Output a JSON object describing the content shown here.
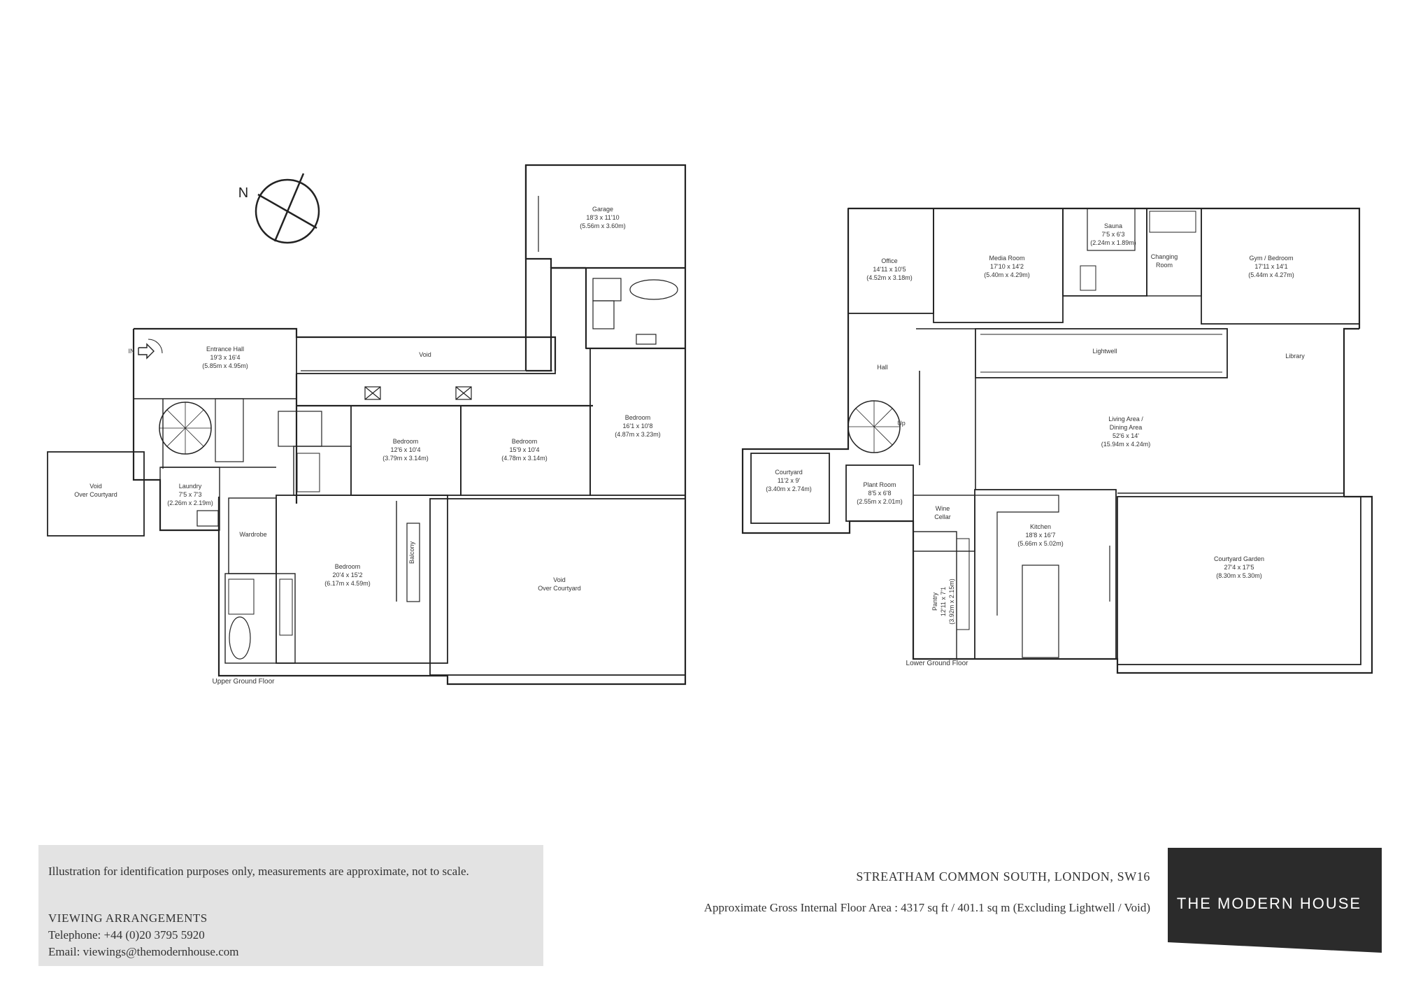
{
  "compass": {
    "label": "N"
  },
  "floors": {
    "upper": {
      "label": "Upper Ground Floor",
      "entry_label": "IN",
      "rooms": {
        "garage": {
          "name": "Garage",
          "imperial": "18'3 x 11'10",
          "metric": "(5.56m x 3.60m)"
        },
        "entrance_hall": {
          "name": "Entrance Hall",
          "imperial": "19'3 x 16'4",
          "metric": "(5.85m x 4.95m)"
        },
        "void_top": {
          "name": "Void"
        },
        "void_courtyard_left": {
          "name": "Void",
          "sub": "Over Courtyard"
        },
        "void_courtyard_right": {
          "name": "Void",
          "sub": "Over Courtyard"
        },
        "laundry": {
          "name": "Laundry",
          "imperial": "7'5 x 7'3",
          "metric": "(2.26m x 2.19m)"
        },
        "bedroom_1": {
          "name": "Bedroom",
          "imperial": "12'6 x 10'4",
          "metric": "(3.79m x 3.14m)"
        },
        "bedroom_2": {
          "name": "Bedroom",
          "imperial": "15'9 x 10'4",
          "metric": "(4.78m x 3.14m)"
        },
        "bedroom_3": {
          "name": "Bedroom",
          "imperial": "16'1 x 10'8",
          "metric": "(4.87m x 3.23m)"
        },
        "master_bedroom": {
          "name": "Bedroom",
          "imperial": "20'4 x 15'2",
          "metric": "(6.17m x 4.59m)"
        },
        "wardrobe": {
          "name": "Wardrobe"
        },
        "balcony": {
          "name": "Balcony"
        }
      }
    },
    "lower": {
      "label": "Lower Ground Floor",
      "stair_label": "Up",
      "rooms": {
        "office": {
          "name": "Office",
          "imperial": "14'11 x 10'5",
          "metric": "(4.52m x 3.18m)"
        },
        "media_room": {
          "name": "Media Room",
          "imperial": "17'10 x 14'2",
          "metric": "(5.40m x 4.29m)"
        },
        "sauna": {
          "name": "Sauna",
          "imperial": "7'5 x 6'3",
          "metric": "(2.24m x 1.89m)"
        },
        "changing_room": {
          "name": "Changing",
          "sub": "Room"
        },
        "gym_bedroom": {
          "name": "Gym / Bedroom",
          "imperial": "17'11 x 14'1",
          "metric": "(5.44m x 4.27m)"
        },
        "hall": {
          "name": "Hall"
        },
        "lightwell": {
          "name": "Lightwell"
        },
        "library": {
          "name": "Library"
        },
        "living_dining": {
          "name": "Living Area /",
          "sub": "Dining Area",
          "imperial": "52'6 x 14'",
          "metric": "(15.94m x 4.24m)"
        },
        "courtyard": {
          "name": "Courtyard",
          "imperial": "11'2 x 9'",
          "metric": "(3.40m x 2.74m)"
        },
        "plant_room": {
          "name": "Plant Room",
          "imperial": "8'5 x 6'8",
          "metric": "(2.55m x 2.01m)"
        },
        "wine_cellar": {
          "name": "Wine",
          "sub": "Cellar"
        },
        "kitchen": {
          "name": "Kitchen",
          "imperial": "18'8 x 16'7",
          "metric": "(5.66m x 5.02m)"
        },
        "pantry": {
          "name": "Pantry",
          "imperial": "12'11 x 7'1",
          "metric": "(3.92m x 2.15m)"
        },
        "courtyard_garden": {
          "name": "Courtyard Garden",
          "imperial": "27'4 x 17'5",
          "metric": "(8.30m x 5.30m)"
        }
      }
    }
  },
  "footer": {
    "disclaimer": "Illustration for identification purposes only, measurements are approximate, not to scale.",
    "viewing_title": "VIEWING ARRANGEMENTS",
    "telephone": "Telephone: +44 (0)20 3795 5920",
    "email": "Email: viewings@themodernhouse.com",
    "address": "STREATHAM COMMON SOUTH, LONDON, SW16",
    "area": "Approximate Gross Internal Floor Area : 4317 sq ft / 401.1 sq m (Excluding Lightwell / Void)",
    "logo": "THE MODERN HOUSE"
  },
  "colors": {
    "wall": "#222222",
    "panel": "#e3e3e3",
    "logo_bg": "#2b2b2b"
  }
}
